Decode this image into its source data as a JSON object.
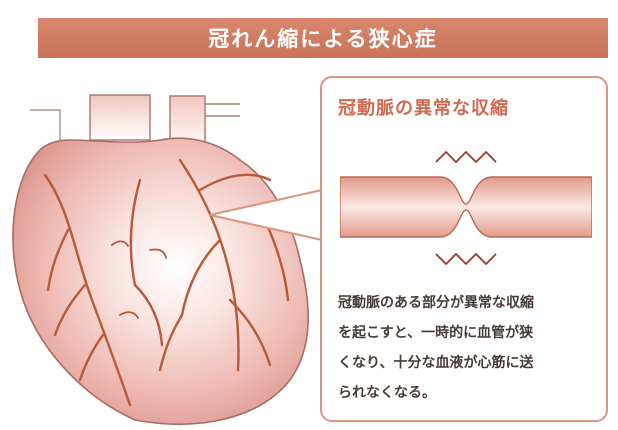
{
  "title": "冠れん縮による狭心症",
  "callout": {
    "heading": "冠動脈の異常な収縮",
    "description": [
      "冠動脈のある部分が異常な収縮",
      "を起こすと、一時的に血管が狭",
      "くなり、十分な血液が心筋に送",
      "られなくなる。"
    ]
  },
  "colors": {
    "title_bar": "#cf7a60",
    "accent": "#d06a50",
    "heart_fill": "#f4c9c4",
    "artery": "#b85a36",
    "vessel": "#e3a08c"
  }
}
